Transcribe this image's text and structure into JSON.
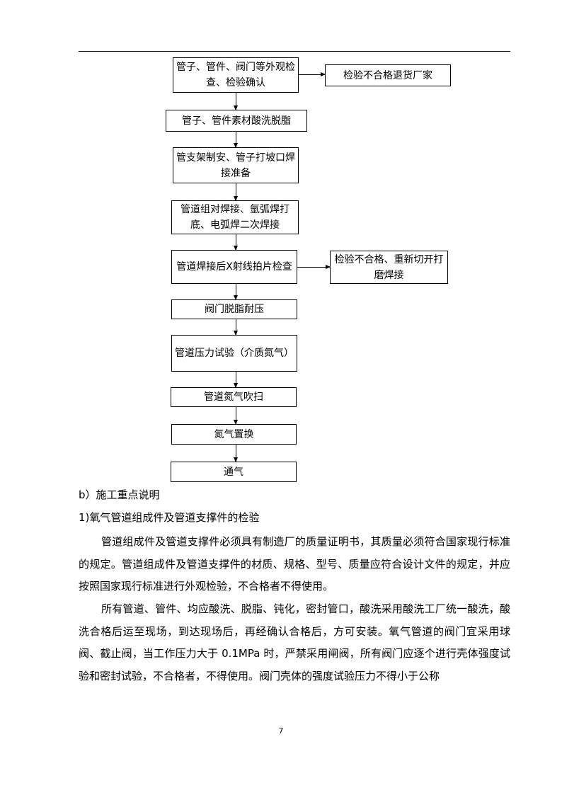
{
  "flowchart": {
    "steps": [
      "管子、管件、阀门等外观检查、检验确认",
      "管子、管件素材酸洗脱脂",
      "管支架制安、管子打坡口焊接准备",
      "管道组对焊接、氩弧焊打底、电弧焊二次焊接",
      "管道焊接后X射线拍片检查",
      "阀门脱脂耐压",
      "管道压力试验（介质氮气）",
      "管道氮气吹扫",
      "氮气置换",
      "通气"
    ],
    "side_boxes": [
      "检验不合格退货厂家",
      "检验不合格、重新切开打磨焊接"
    ]
  },
  "section_b": "b）施工重点说明",
  "section_1": "1)氧气管道组成件及管道支撑件的检验",
  "paragraphs": [
    "管道组成件及管道支撑件必须具有制造厂的质量证明书，其质量必须符合国家现行标准的规定。管道组成件及管道支撑件的材质、规格、型号、质量应符合设计文件的规定，并应按照国家现行标准进行外观检验，不合格者不得使用。",
    "所有管道、管件、均应酸洗、脱脂、钝化，密封管口，酸洗采用酸洗工厂统一酸洗，酸洗合格后运至现场，到达现场后，再经确认合格后，方可安装。氧气管道的阀门宜采用球阀、截止阀，当工作压力大于 0.1MPa 时，严禁采用闸阀，所有阀门应逐个进行壳体强度试验和密封试验，不合格者，不得使用。阀门壳体的强度试验压力不得小于公称"
  ],
  "page_number": "7"
}
